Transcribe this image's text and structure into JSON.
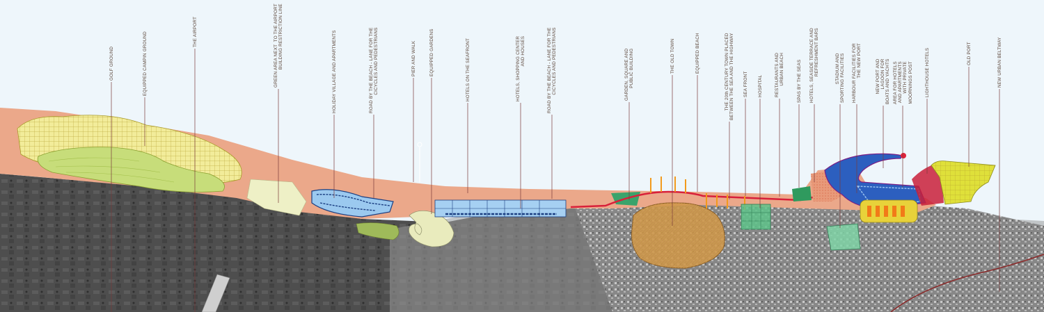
{
  "map": {
    "labels": [
      "GOLF GROUND",
      "EQUIPPED CAMPIN GROUND",
      "THE AIRPORT",
      "GREEN AREA NEXT  TO THE AIRPORT\nBUILDING RESTRICTION LINE",
      "HOLIDAY VILLAGE AND APARTMENTS",
      "ROAD BY THE BEACH - LANE FOR THE\nCICYCLES AND PEDESTRIANS",
      "PIER AND WALK",
      "EQUIPPED GARDENS",
      "HOTELS ON THE SEAFRONT",
      "HOTELS, SHOPPING CENTER\nAND HOUSES",
      "ROAD BY THE BEACH - LANE FOR THE\nCICYCLES AND PEDESTRIANS",
      "GARDEN, SQUARE AND\nPUBLIC BUILDING",
      "THE OLD TOWN",
      "EQUIPPED BEACH",
      "THE 20th CENTURY TOWN PLACED\nBETWEEN THE SEA AND THE HIGHWAY",
      "SEA FRONT",
      "HOSPITAL",
      "RESTAURANTS AND\nURBAN BEACH",
      "SPAS BY THE SEAS",
      "HOTELS, SEASIDE TERRACE AND\nREFRESHMENT BARS",
      "STADIUM AND\nSPORTING FACILITIES",
      "HARBOUR FACILITIES FOR\nTHE NEW PORT",
      "NEW PORT AND\nLAGOON FOR\nBOATS AND YACHTS",
      "AREA FOR HOTELS\nAND APARTMENTS\nWITH PRIVATE\nMOORNINGS POST",
      "LIGHTHOUSE HOTELS",
      "OLD PORT",
      "NEW URBAN BELTWAY"
    ]
  }
}
